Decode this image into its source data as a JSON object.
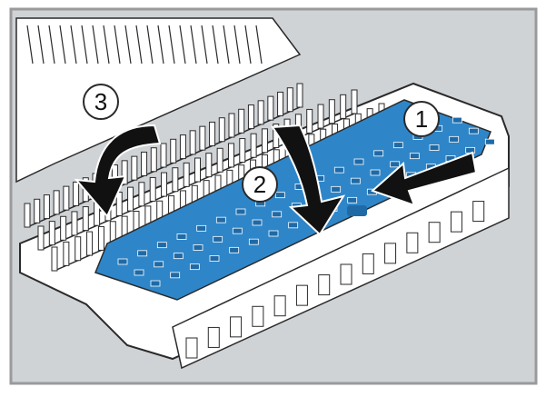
{
  "figure": {
    "subject": "dishwasher-cutlery-drawer-insert",
    "colors": {
      "background": "#cfd3d6",
      "frame": "#9a9a9a",
      "outline": "#2a2a2a",
      "rack": "#ffffff",
      "insert_blue": "#2e86c9",
      "insert_blue_dark": "#1f6aa6",
      "arrow": "#111111",
      "callout_fill": "#ffffff"
    },
    "steps": [
      {
        "number": "1",
        "arrow": "slide-left"
      },
      {
        "number": "2",
        "arrow": "press-down"
      },
      {
        "number": "3",
        "arrow": "fold-down"
      }
    ]
  }
}
